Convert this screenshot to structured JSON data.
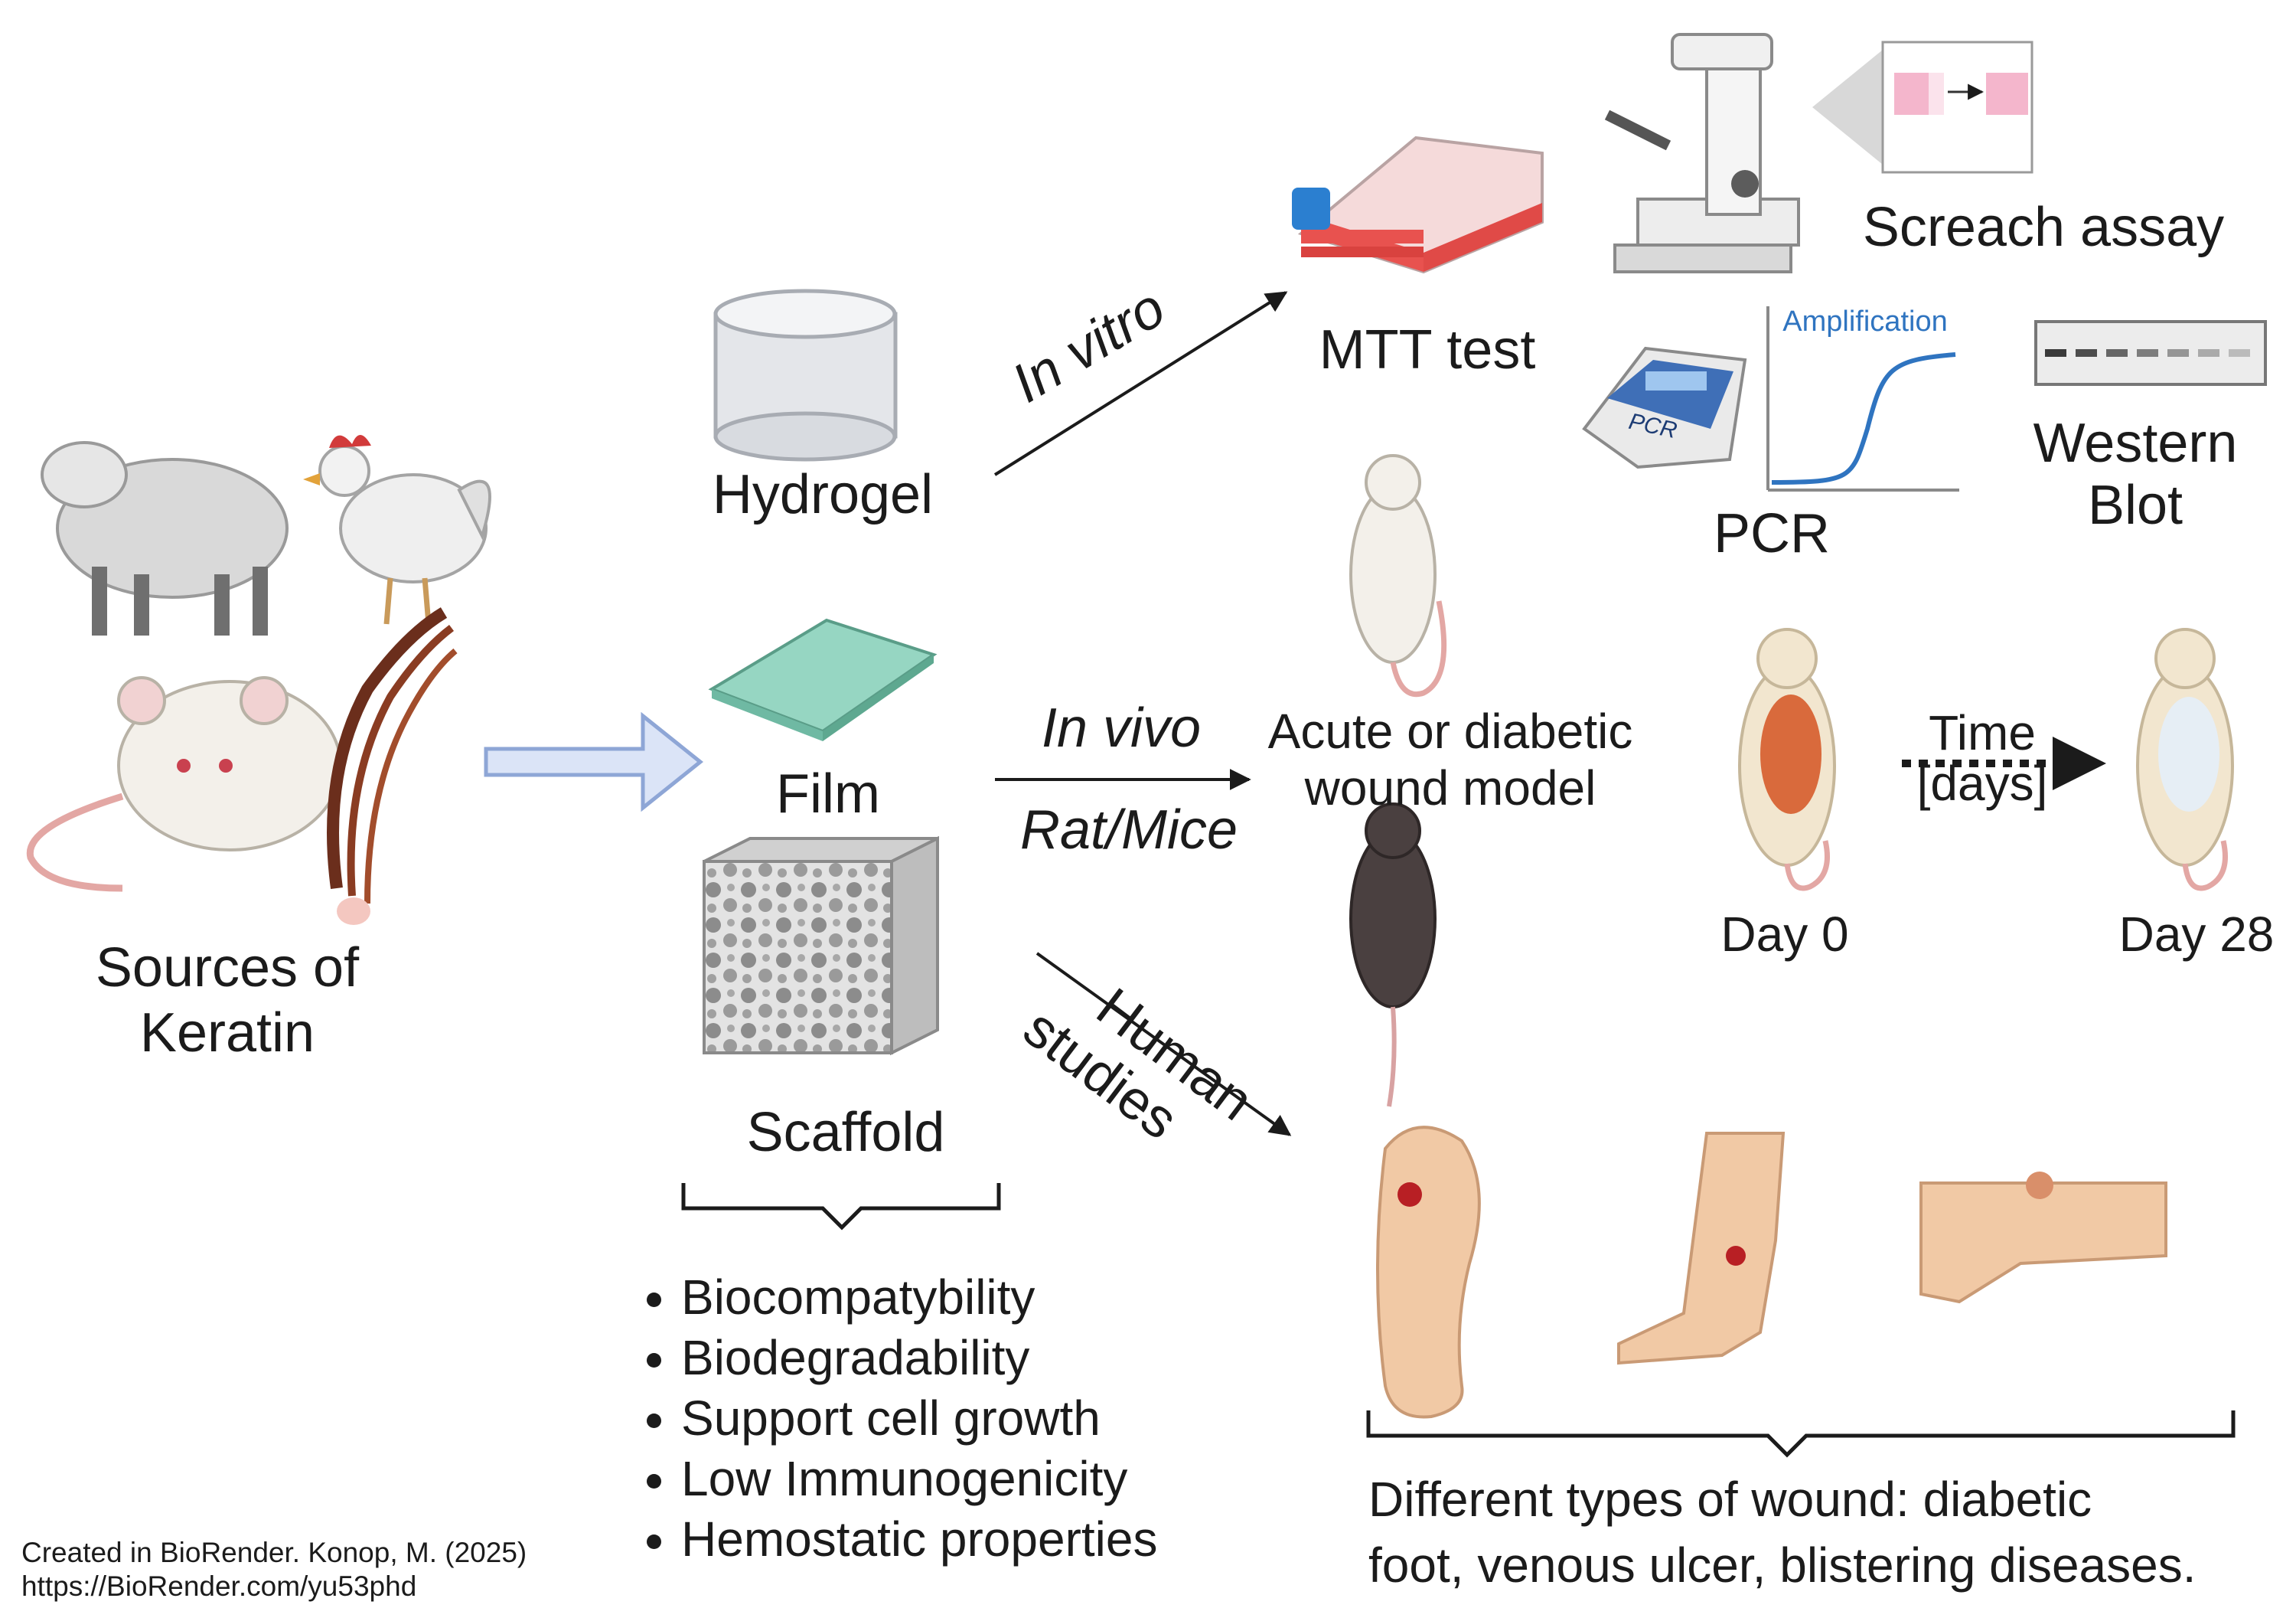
{
  "sources": {
    "line1": "Sources of",
    "line2": "Keratin"
  },
  "materials": {
    "hydrogel": "Hydrogel",
    "film": "Film",
    "scaffold": "Scaffold"
  },
  "routes": {
    "in_vitro": "In vitro",
    "in_vivo": "In vivo",
    "rat_mice": "Rat/Mice",
    "human_line1": "Human",
    "human_line2": "studies"
  },
  "in_vitro_tests": {
    "mtt": "MTT test",
    "scratch": "Screach assay",
    "amplification": "Amplification",
    "pcr": "PCR",
    "pcr_device_label": "PCR",
    "western_line1": "Western",
    "western_line2": "Blot"
  },
  "in_vivo": {
    "model_line1": "Acute or diabetic",
    "model_line2": "wound model",
    "time_line1": "Time",
    "time_line2": "[days]",
    "day0": "Day 0",
    "day28": "Day 28"
  },
  "properties": [
    "Biocompatybility",
    "Biodegradability",
    "Support cell growth",
    "Low Immunogenicity",
    "Hemostatic properties"
  ],
  "wounds": {
    "line1": "Different types of wound: diabetic",
    "line2": "foot, venous ulcer, blistering diseases."
  },
  "credit": {
    "line1": "Created in BioRender. Konop, M. (2025)",
    "line2": "https://BioRender.com/yu53phd"
  },
  "colors": {
    "arrow_fill": "#dbe4f7",
    "arrow_stroke": "#8ea6d6",
    "film": "#96d6c2",
    "amplification": "#2f74c0",
    "flask_medium": "#e8524f",
    "wound": "#b81f24"
  }
}
